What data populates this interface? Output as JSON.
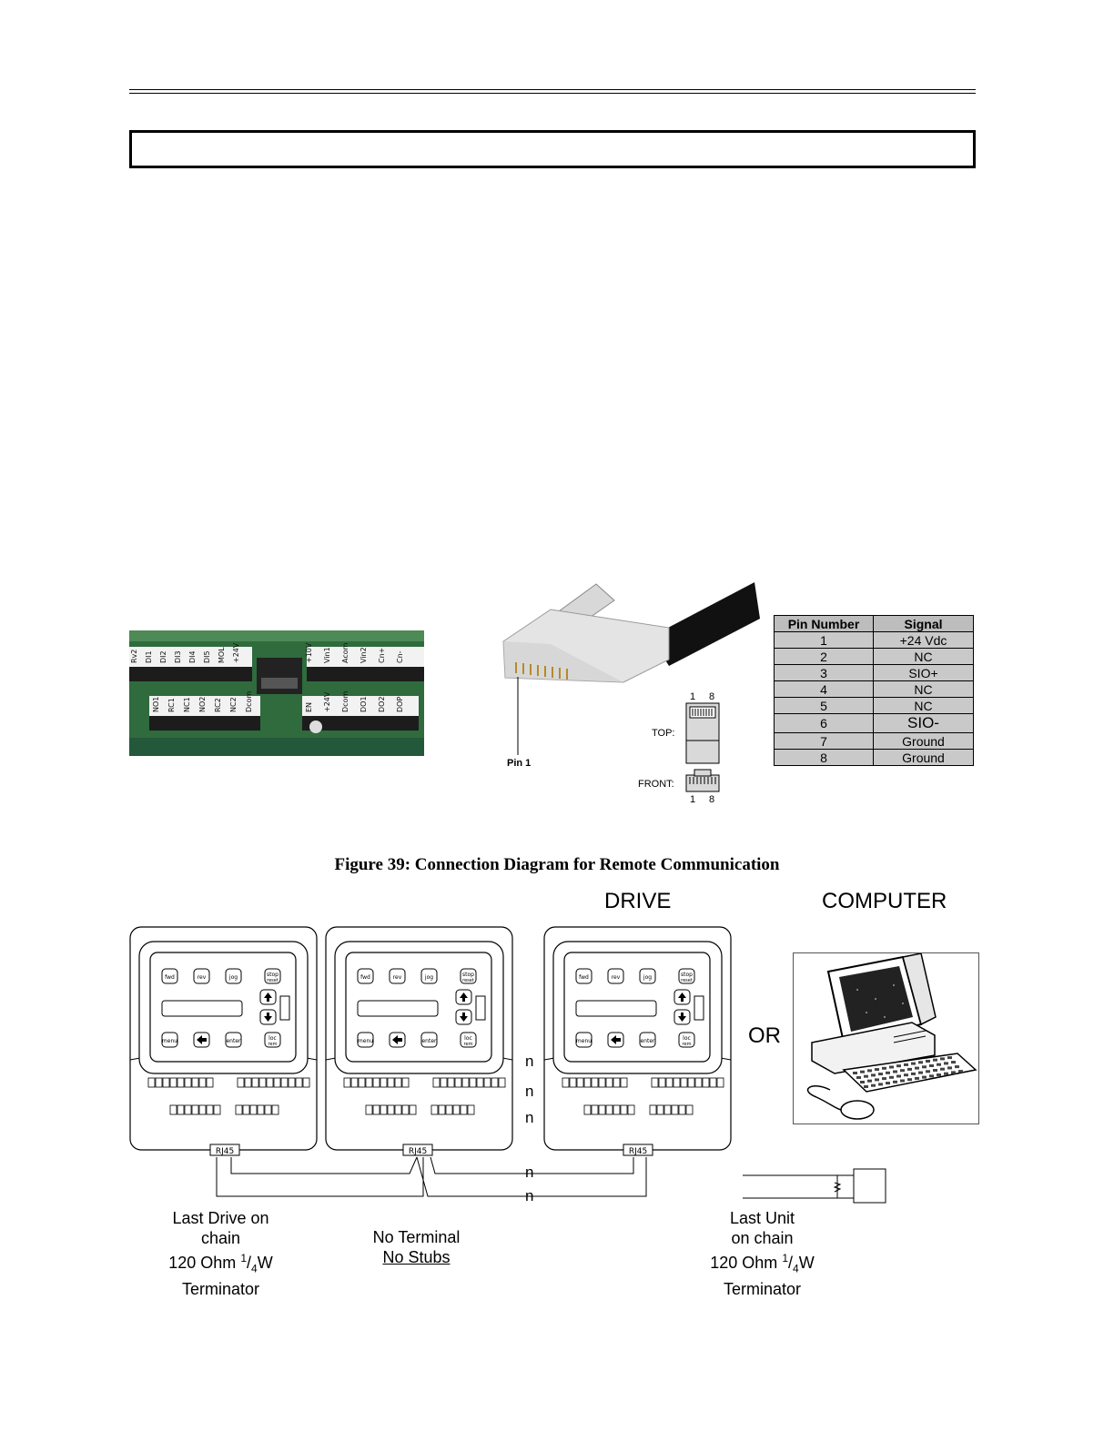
{
  "pin_table": {
    "headers": [
      "Pin Number",
      "Signal"
    ],
    "rows": [
      {
        "pin": "1",
        "signal": "+24 Vdc"
      },
      {
        "pin": "2",
        "signal": "NC"
      },
      {
        "pin": "3",
        "signal": "SIO+"
      },
      {
        "pin": "4",
        "signal": "NC"
      },
      {
        "pin": "5",
        "signal": "NC"
      },
      {
        "pin": "6",
        "signal": "SIO-"
      },
      {
        "pin": "7",
        "signal": "Ground"
      },
      {
        "pin": "8",
        "signal": "Ground"
      }
    ]
  },
  "terminal_strip": {
    "top_labels": [
      "Rv2",
      "DI1",
      "DI2",
      "DI3",
      "DI4",
      "DI5",
      "MOL",
      "+24V",
      "+10V",
      "Vin1",
      "Acom",
      "Vin2",
      "Cn+",
      "Cn-"
    ],
    "bottom_labels": [
      "NO1",
      "RC1",
      "NC1",
      "NO2",
      "RC2",
      "NC2",
      "Dcom",
      "EN",
      "+24V",
      "Dcom",
      "DO1",
      "DO2",
      "DOP"
    ]
  },
  "rj45": {
    "pin1_label": "Pin 1",
    "top_label": "TOP:",
    "front_label": "FRONT:",
    "pin_first": "1",
    "pin_last": "8"
  },
  "figure_caption": "Figure 39: Connection Diagram for Remote Communication",
  "diagram": {
    "drive_label": "DRIVE",
    "computer_label": "COMPUTER",
    "or_label": "OR",
    "keypad": {
      "fwd": "fwd",
      "rev": "rev",
      "jog": "jog",
      "stop": "stop",
      "reset": "reset",
      "menu": "menu",
      "enter": "enter",
      "loc": "loc",
      "rem": "rem"
    },
    "connector_label": "RJ45",
    "n_marks": [
      "n",
      "n",
      "n",
      "n",
      "n"
    ],
    "left_note": [
      "Last Drive on",
      "chain",
      "120 Ohm",
      "W",
      "Terminator"
    ],
    "middle_note": [
      "No Terminal",
      "No Stubs"
    ],
    "right_note": [
      "Last Unit",
      "on chain",
      "120 Ohm",
      "W",
      "Terminator"
    ],
    "fraction": {
      "num": "1",
      "den": "4"
    }
  }
}
